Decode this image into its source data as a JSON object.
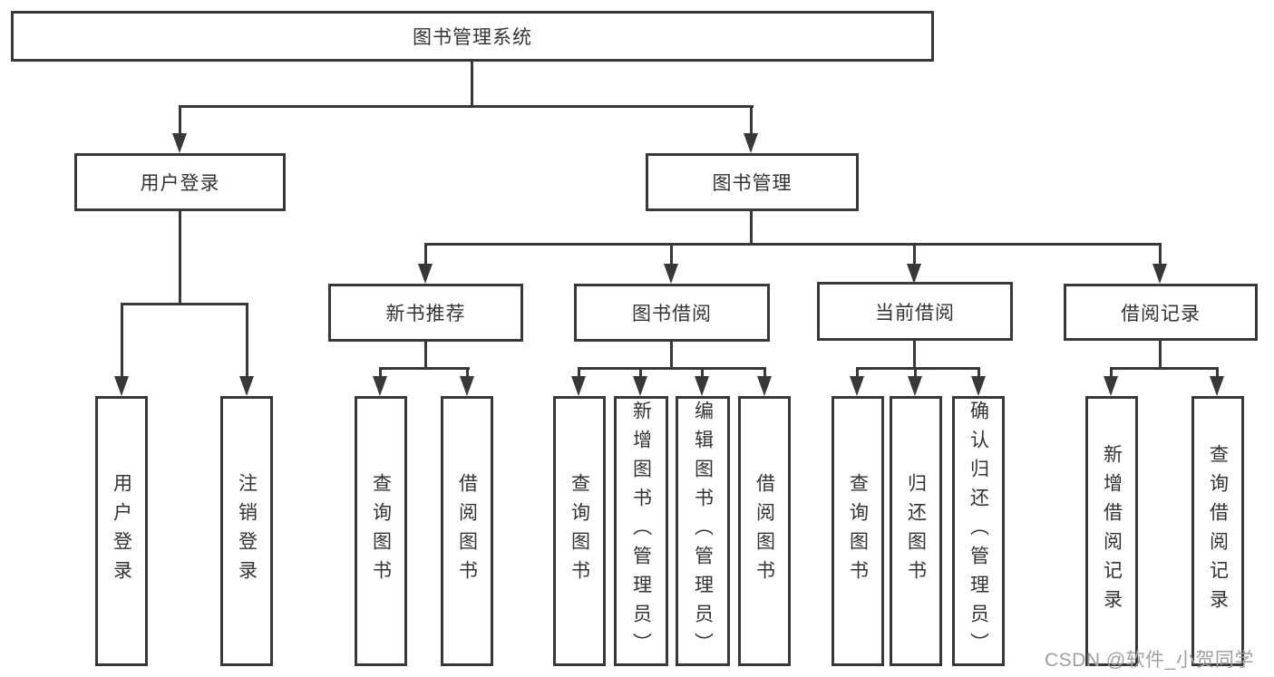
{
  "tree": {
    "label": "图书管理系统",
    "children": [
      {
        "label": "用户登录",
        "children": [
          {
            "label": "用户登录"
          },
          {
            "label": "注销登录"
          }
        ]
      },
      {
        "label": "图书管理",
        "children": [
          {
            "label": "新书推荐",
            "children": [
              {
                "label": "查询图书"
              },
              {
                "label": "借阅图书"
              }
            ]
          },
          {
            "label": "图书借阅",
            "children": [
              {
                "label": "查询图书"
              },
              {
                "label": "新增图书（管理员）"
              },
              {
                "label": "编辑图书（管理员）"
              },
              {
                "label": "借阅图书"
              }
            ]
          },
          {
            "label": "当前借阅",
            "children": [
              {
                "label": "查询图书"
              },
              {
                "label": "归还图书"
              },
              {
                "label": "确认归还（管理员）"
              }
            ]
          },
          {
            "label": "借阅记录",
            "children": [
              {
                "label": "新增借阅记录"
              },
              {
                "label": "查询借阅记录"
              }
            ]
          }
        ]
      }
    ]
  },
  "watermark": {
    "text": "CSDN @软件_小贺同学"
  },
  "colors": {
    "line": "#383838",
    "box_border": "#383838",
    "text": "#333333",
    "background": "#ffffff",
    "watermark": "#a0a0a0"
  }
}
